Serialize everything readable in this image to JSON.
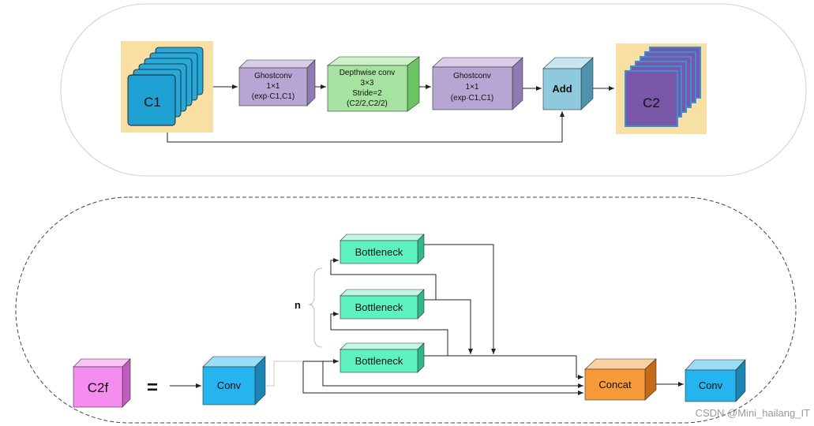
{
  "top_diagram": {
    "input": "C1",
    "ghost1": {
      "l1": "Ghostconv",
      "l2": "1×1",
      "l3": "(exp·C1,C1)"
    },
    "dw": {
      "l1": "Depthwise conv",
      "l2": "3×3",
      "l3": "Stride=2",
      "l4": "(C2/2,C2/2)"
    },
    "ghost2": {
      "l1": "Ghostconv",
      "l2": "1×1",
      "l3": "(exp·C1,C1)"
    },
    "add": "Add",
    "output": "C2"
  },
  "bottom_diagram": {
    "c2f": "C2f",
    "equals": "=",
    "conv_in": "Conv",
    "bottlenecks": [
      "Bottleneck",
      "Bottleneck",
      "Bottleneck"
    ],
    "n_label": "n",
    "concat": "Concat",
    "conv_out": "Conv"
  },
  "watermark": "CSDN @Mini_hailang_IT",
  "colors": {
    "ghost": "#b7a6d3",
    "dw": "#a6e3a1",
    "add": "#8ec9dd",
    "c1": "#27a8d8",
    "c2": "#7a56a8",
    "input_bg": "#f8e0a4",
    "c2f": "#f58cf0",
    "conv": "#25b4ee",
    "bottleneck": "#5ef2c2",
    "concat": "#f79a3a"
  }
}
